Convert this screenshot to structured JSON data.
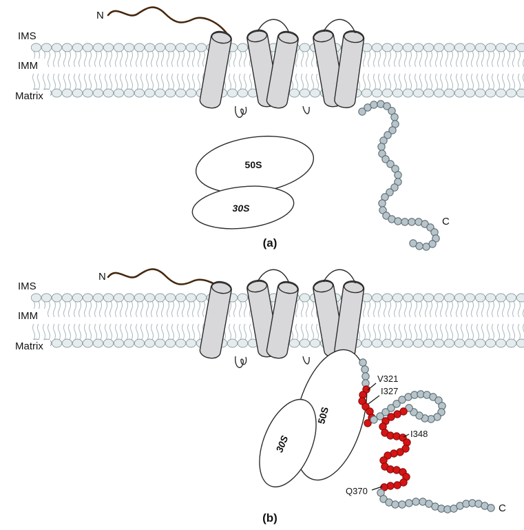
{
  "figure": {
    "description": "Membrane protein topology diagram with five transmembrane helices in the inner mitochondrial membrane, N-terminus in the IMS, C-terminal tail in the matrix, and ribosomal subunits"
  },
  "colors": {
    "bead_gray": "#b7c4ca",
    "bead_gray_stroke": "#51626a",
    "bead_red": "#d61414",
    "bead_red_stroke": "#7d0909",
    "membrane_head": "#e6ecee",
    "helix_fill": "#d8d8da",
    "n_squiggle": "#45280e",
    "outline": "#2b2b2b"
  },
  "panel_a": {
    "caption": "(a)",
    "labels": {
      "ims": "IMS",
      "imm": "IMM",
      "matrix": "Matrix",
      "n": "N",
      "c": "C",
      "large_subunit": "50S",
      "small_subunit": "30S"
    }
  },
  "panel_b": {
    "caption": "(b)",
    "labels": {
      "ims": "IMS",
      "imm": "IMM",
      "matrix": "Matrix",
      "n": "N",
      "c": "C",
      "large_subunit": "50S",
      "small_subunit": "30S"
    },
    "residues": {
      "v321": "V321",
      "i327": "I327",
      "i348": "I348",
      "q370": "Q370"
    }
  }
}
